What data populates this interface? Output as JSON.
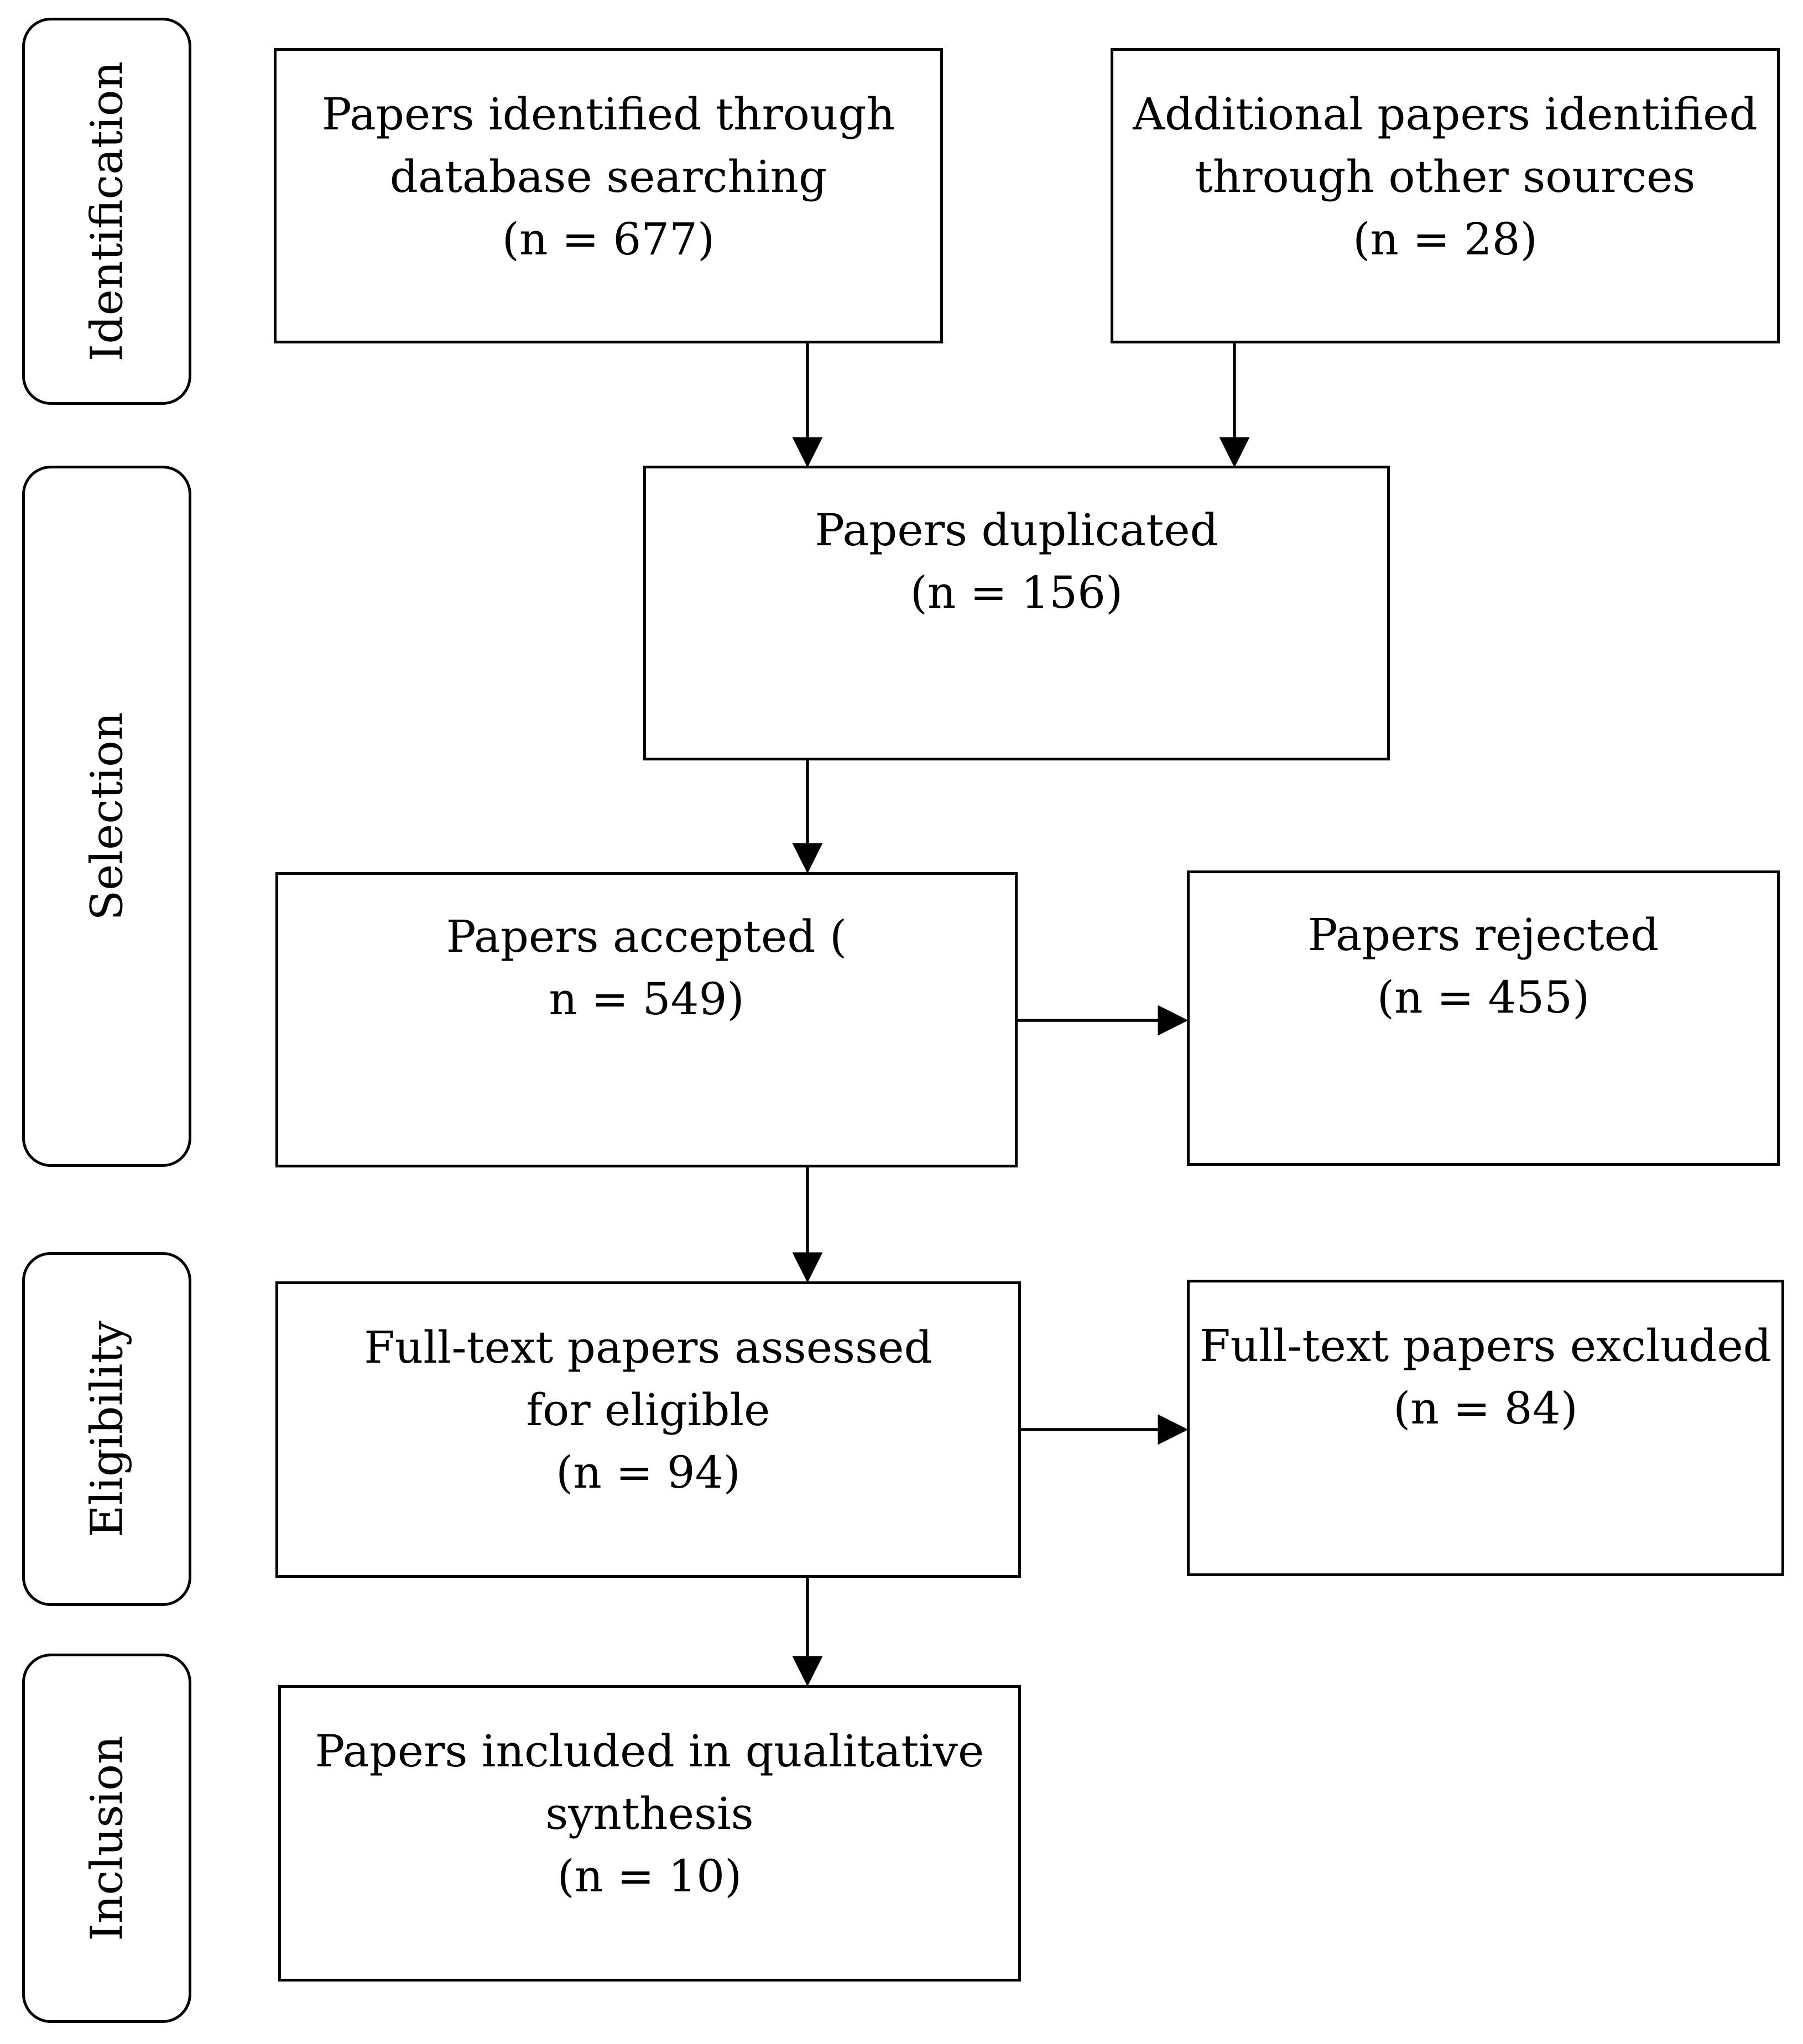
{
  "phases": {
    "identification": "Identification",
    "selection": "Selection",
    "eligibility": "Eligibility",
    "inclusion": "Inclusion"
  },
  "boxes": {
    "database": {
      "line1": "Papers identified through",
      "line2": "database searching",
      "line3": "(n = 677)"
    },
    "other_sources": {
      "line1": "Additional papers identified",
      "line2": "through other sources",
      "line3": "(n = 28)"
    },
    "duplicated": {
      "line1": "Papers duplicated",
      "line2": "(n = 156)"
    },
    "accepted": {
      "line1": "Papers accepted (",
      "line2": "n = 549)"
    },
    "rejected": {
      "line1": "Papers rejected",
      "line2": "(n = 455)"
    },
    "fulltext_assessed": {
      "line1": "Full-text papers assessed",
      "line2": "for eligible",
      "line3": "(n = 94)"
    },
    "fulltext_excluded": {
      "line1": "Full-text papers excluded",
      "line2": "(n = 84)"
    },
    "included": {
      "line1": "Papers included in qualitative",
      "line2": "synthesis",
      "line3": "(n = 10)"
    }
  },
  "colors": {
    "stroke": "#000000",
    "background": "#ffffff"
  }
}
